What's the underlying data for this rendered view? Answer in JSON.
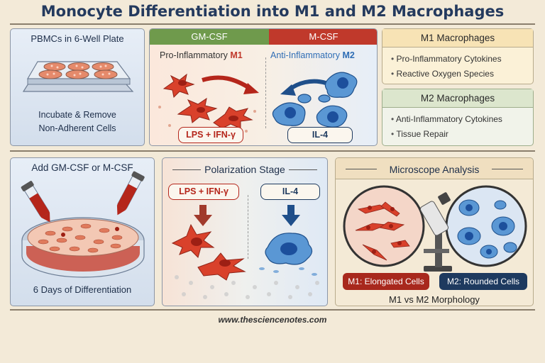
{
  "title": "Monocyte Differentiation into M1 and M2 Macrophages",
  "panel_pbmc": {
    "title": "PBMCs in 6-Well Plate",
    "caption_line1": "Incubate & Remove",
    "caption_line2": "Non-Adherent Cells"
  },
  "panel_growth": {
    "left_header": "GM-CSF",
    "right_header": "M-CSF",
    "left_label_prefix": "Pro-Inflammatory",
    "left_label_suffix": "M1",
    "right_label_prefix": "Anti-Inflammatory",
    "right_label_suffix": "M2",
    "left_pill": "LPS + IFN-γ",
    "right_pill": "IL-4"
  },
  "m1_box": {
    "title": "M1 Macrophages",
    "items": [
      "Pro-Inflammatory Cytokines",
      "Reactive Oxygen Species"
    ]
  },
  "m2_box": {
    "title": "M2 Macrophages",
    "items": [
      "Anti-Inflammatory Cytokines",
      "Tissue Repair"
    ]
  },
  "panel_add": {
    "title": "Add GM-CSF or M-CSF",
    "caption": "6 Days of Differentiation"
  },
  "panel_polarization": {
    "title": "Polarization Stage",
    "left_pill": "LPS + IFN-γ",
    "right_pill": "IL-4"
  },
  "panel_microscope": {
    "title": "Microscope Analysis",
    "left_badge": "M1: Elongated Cells",
    "right_badge": "M2: Rounded Cells",
    "caption": "M1 vs M2 Morphology"
  },
  "footer": "www.thesciencenotes.com",
  "colors": {
    "m1": "#c0392b",
    "m2": "#2f6db5",
    "navy": "#1e3a5f",
    "green": "#6f9a4c"
  }
}
